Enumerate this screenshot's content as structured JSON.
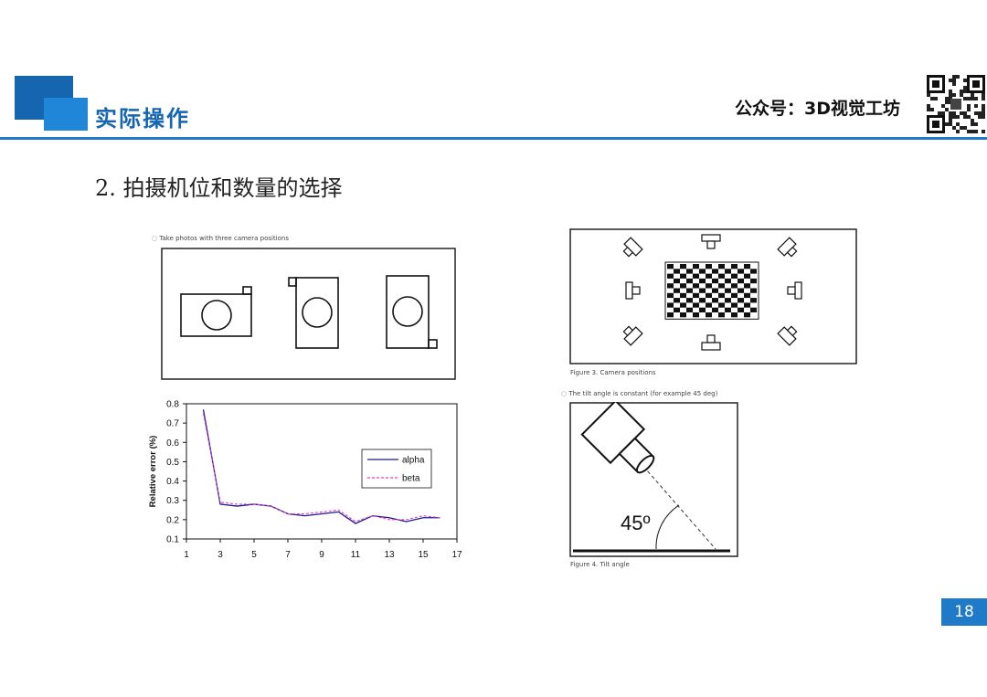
{
  "header": {
    "section_title": "实际操作",
    "brand": "公众号：3D视觉工坊",
    "qr_icon": "qr-code-icon",
    "colors": {
      "accent": "#1f7ac8",
      "accent_dark": "#1565b0"
    }
  },
  "slide": {
    "subtitle": "2. 拍摄机位和数量的选择",
    "page_number": "18"
  },
  "figures": {
    "three_positions_caption": "Take photos with three camera positions",
    "fig3_caption": "Figure 3. Camera positions",
    "tilt_caption": "The tilt angle is constant (for example 45 deg)",
    "tilt_angle_label": "45º",
    "fig4_caption": "Figure 4. Tilt angle"
  },
  "chart_data": {
    "type": "line",
    "ylabel": "Relative error (%)",
    "xlabel": "",
    "xlim": [
      1,
      17
    ],
    "ylim": [
      0.1,
      0.8
    ],
    "xticks": [
      1,
      3,
      5,
      7,
      9,
      11,
      13,
      15,
      17
    ],
    "yticks": [
      0.1,
      0.2,
      0.3,
      0.4,
      0.5,
      0.6,
      0.7,
      0.8
    ],
    "legend": "right",
    "grid": false,
    "x": [
      2,
      3,
      4,
      5,
      6,
      7,
      8,
      9,
      10,
      11,
      12,
      13,
      14,
      15,
      16
    ],
    "series": [
      {
        "name": "alpha",
        "color": "#1a1a8c",
        "dash": "solid",
        "values": [
          0.77,
          0.28,
          0.27,
          0.28,
          0.27,
          0.23,
          0.22,
          0.23,
          0.24,
          0.18,
          0.22,
          0.21,
          0.19,
          0.21,
          0.21
        ]
      },
      {
        "name": "beta",
        "color": "#e040c8",
        "dash": "dashed",
        "values": [
          0.75,
          0.29,
          0.28,
          0.28,
          0.27,
          0.23,
          0.23,
          0.24,
          0.25,
          0.19,
          0.22,
          0.2,
          0.2,
          0.22,
          0.21
        ]
      }
    ]
  }
}
